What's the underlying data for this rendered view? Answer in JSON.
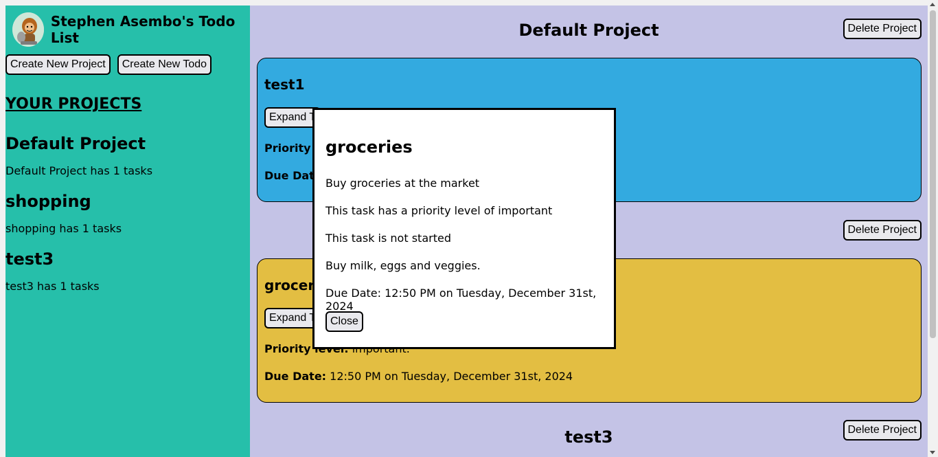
{
  "sidebar": {
    "title": "Stephen Asembo's Todo List",
    "logo_icon": "caveman-avatar-icon",
    "create_project_label": "Create New Project",
    "create_todo_label": "Create New Todo",
    "projects_heading": "YOUR PROJECTS",
    "projects": [
      {
        "name": "Default Project",
        "summary": "Default Project has 1 tasks"
      },
      {
        "name": "shopping",
        "summary": "shopping has 1 tasks"
      },
      {
        "name": "test3",
        "summary": "test3 has 1 tasks"
      }
    ],
    "bg_color": "#26bfaa"
  },
  "main": {
    "bg_color": "#c4c3e6",
    "delete_label": "Delete Project",
    "project1": {
      "title": "Default Project",
      "todo": {
        "title": "test1",
        "expand_label": "Expand T",
        "priority_label": "Priority l",
        "due_label": "Due Date",
        "color": "#33aae0"
      }
    },
    "project2": {
      "todo": {
        "title": "groceri",
        "expand_label": "Expand T",
        "priority_label": "Priority level:",
        "priority_value": "important.",
        "due_label": "Due Date:",
        "due_value": "12:50 PM on Tuesday, December 31st, 2024",
        "color": "#e3be42"
      }
    },
    "project3": {
      "title": "test3"
    }
  },
  "modal": {
    "title": "groceries",
    "description": "Buy groceries at the market",
    "priority_text": "This task has a priority level of important",
    "status_text": "This task is not started",
    "notes": "Buy milk, eggs and veggies.",
    "due_text": "Due Date: 12:50 PM on Tuesday, December 31st, 2024",
    "close_label": "Close"
  }
}
